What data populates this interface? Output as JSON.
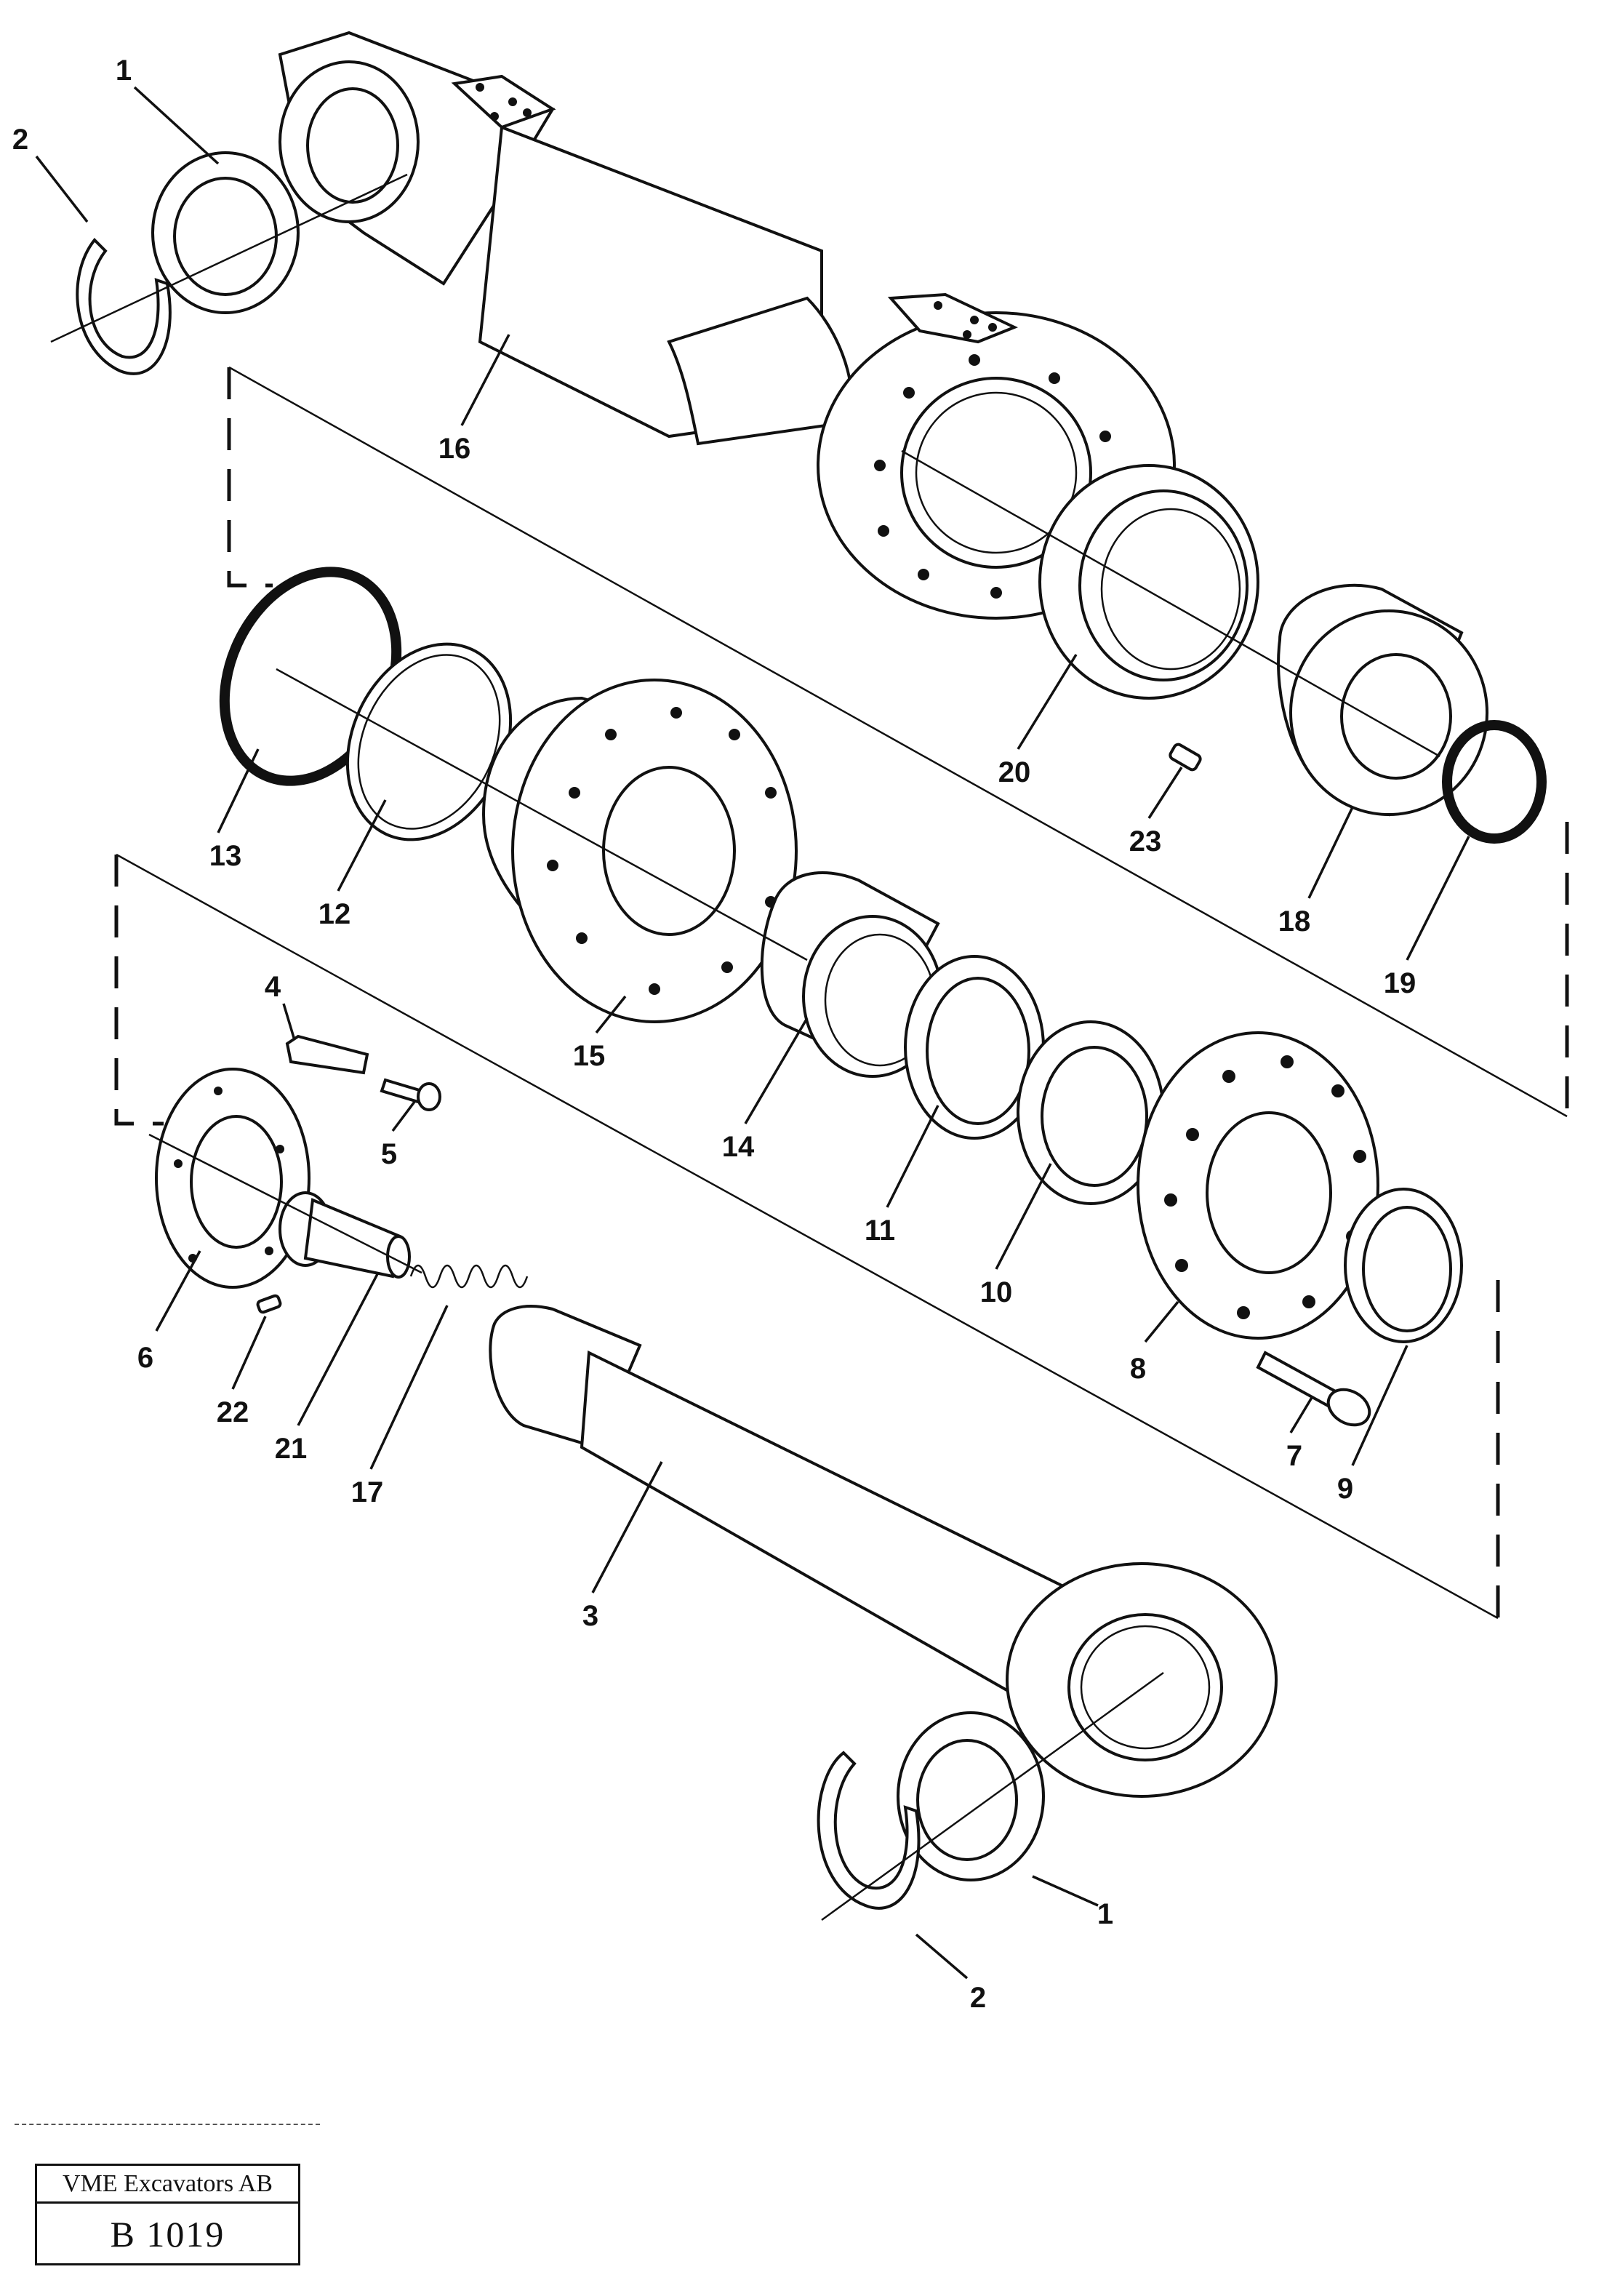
{
  "diagram": {
    "type": "exploded-parts-view",
    "callouts": [
      {
        "id": "c2a",
        "label": "2"
      },
      {
        "id": "c1a",
        "label": "1"
      },
      {
        "id": "c16",
        "label": "16"
      },
      {
        "id": "c13",
        "label": "13"
      },
      {
        "id": "c12",
        "label": "12"
      },
      {
        "id": "c15",
        "label": "15"
      },
      {
        "id": "c20",
        "label": "20"
      },
      {
        "id": "c23",
        "label": "23"
      },
      {
        "id": "c18",
        "label": "18"
      },
      {
        "id": "c19",
        "label": "19"
      },
      {
        "id": "c4",
        "label": "4"
      },
      {
        "id": "c5",
        "label": "5"
      },
      {
        "id": "c14",
        "label": "14"
      },
      {
        "id": "c11",
        "label": "11"
      },
      {
        "id": "c10",
        "label": "10"
      },
      {
        "id": "c6",
        "label": "6"
      },
      {
        "id": "c8",
        "label": "8"
      },
      {
        "id": "c22",
        "label": "22"
      },
      {
        "id": "c21",
        "label": "21"
      },
      {
        "id": "c17",
        "label": "17"
      },
      {
        "id": "c7",
        "label": "7"
      },
      {
        "id": "c9",
        "label": "9"
      },
      {
        "id": "c3",
        "label": "3"
      },
      {
        "id": "c1b",
        "label": "1"
      },
      {
        "id": "c2b",
        "label": "2"
      }
    ]
  },
  "title_block": {
    "company": "VME Excavators AB",
    "drawing_code": "B 1019"
  }
}
